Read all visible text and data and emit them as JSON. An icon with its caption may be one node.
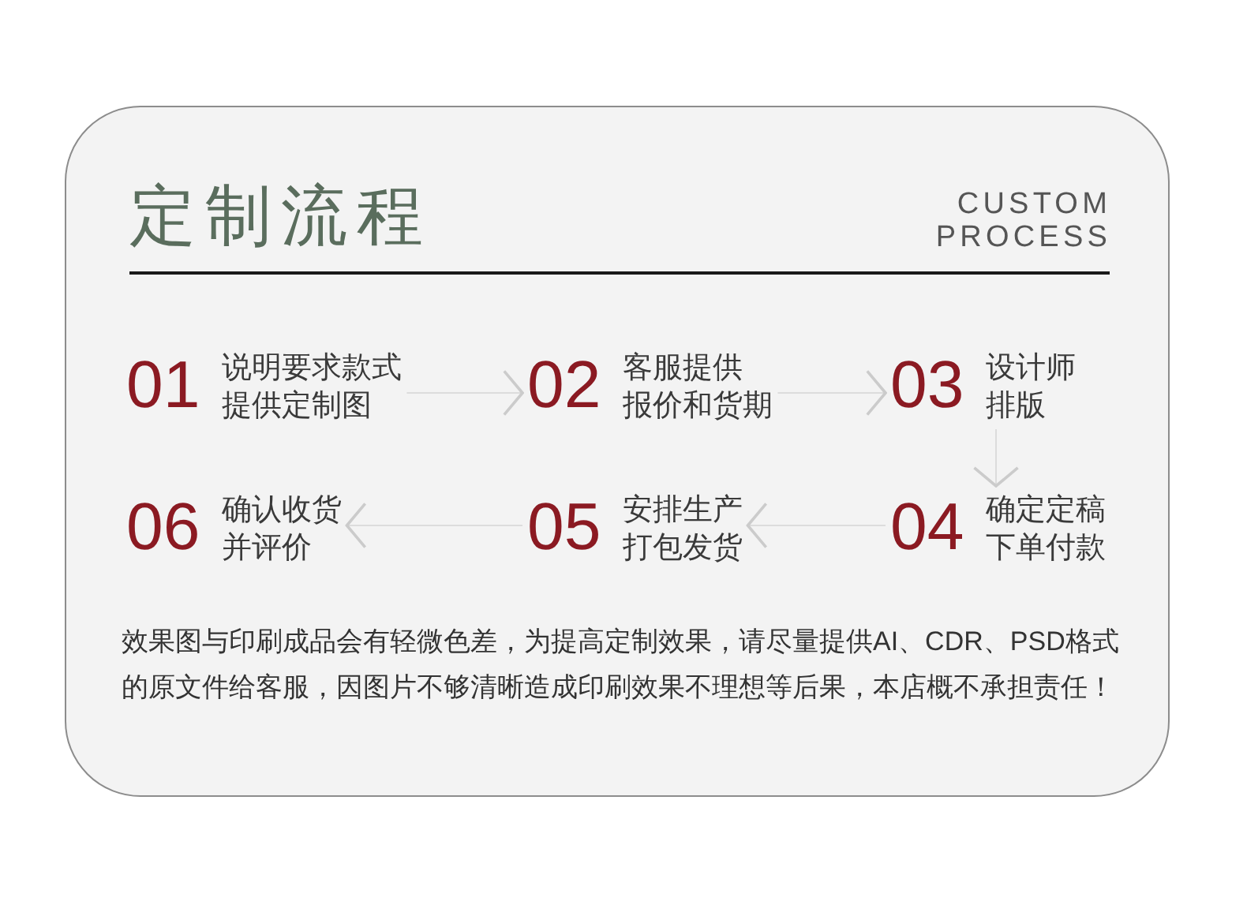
{
  "diagram": {
    "title": "定制流程",
    "nodes": [
      {
        "text": [
          "01",
          "说明要求款式提供定制图"
        ]
      },
      {
        "text": [
          "02",
          "客服提供报价和货期"
        ]
      },
      {
        "text": [
          "03",
          "设计师排版"
        ]
      },
      {
        "text": [
          "04",
          "确定定稿下单付款"
        ]
      },
      {
        "text": [
          "05",
          "安排生产打包发货"
        ]
      },
      {
        "text": [
          "06",
          "确认收货并评价"
        ]
      }
    ],
    "edges": [
      {
        "from": 0,
        "to": 1,
        "arrow": "to"
      },
      {
        "from": 1,
        "to": 2,
        "arrow": "to"
      },
      {
        "from": 2,
        "to": 3,
        "arrow": "to"
      },
      {
        "from": 3,
        "to": 4,
        "arrow": "to"
      },
      {
        "from": 4,
        "to": 5,
        "arrow": "to"
      }
    ],
    "labels": [
      "CUSTOM PROCESS",
      "效果图与印刷成品会有轻微色差，为提高定制效果，请尽量提供AI、CDR、PSD格式的原文件给客服，因图片不够清晰造成印刷效果不理想等后果，本店概不承担责任！"
    ]
  }
}
